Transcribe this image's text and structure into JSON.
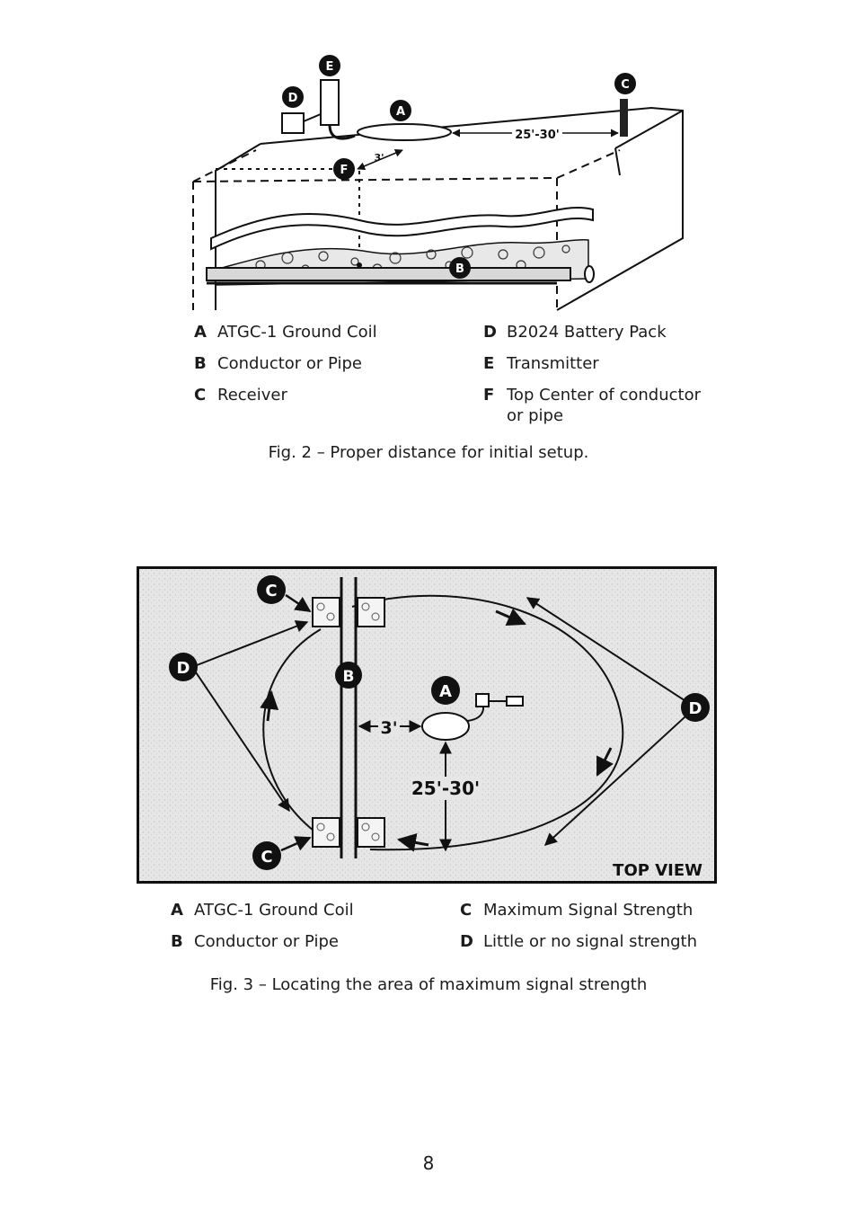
{
  "figure2": {
    "labels": {
      "A": "A",
      "B": "B",
      "C": "C",
      "D": "D",
      "E": "E",
      "F": "F",
      "distance": "25'-30'",
      "offset": "3'"
    },
    "legend": [
      {
        "key": "A",
        "text": "ATGC-1 Ground Coil"
      },
      {
        "key": "B",
        "text": "Conductor or Pipe"
      },
      {
        "key": "C",
        "text": "Receiver"
      },
      {
        "key": "D",
        "text": "B2024 Battery Pack"
      },
      {
        "key": "E",
        "text": "Transmitter"
      },
      {
        "key": "F",
        "text": "Top Center of conductor",
        "text_line2": "or pipe"
      }
    ],
    "caption": "Fig. 2 – Proper distance for initial setup."
  },
  "figure3": {
    "labels": {
      "A": "A",
      "B": "B",
      "C": "C",
      "D": "D",
      "offset": "3'",
      "distance": "25'-30'",
      "view": "TOP VIEW"
    },
    "legend": [
      {
        "key": "A",
        "text": "ATGC-1 Ground Coil"
      },
      {
        "key": "B",
        "text": "Conductor or Pipe"
      },
      {
        "key": "C",
        "text": "Maximum Signal Strength"
      },
      {
        "key": "D",
        "text": "Little or no signal strength"
      }
    ],
    "caption": "Fig. 3 – Locating the area of maximum signal strength"
  },
  "page_number": "8"
}
